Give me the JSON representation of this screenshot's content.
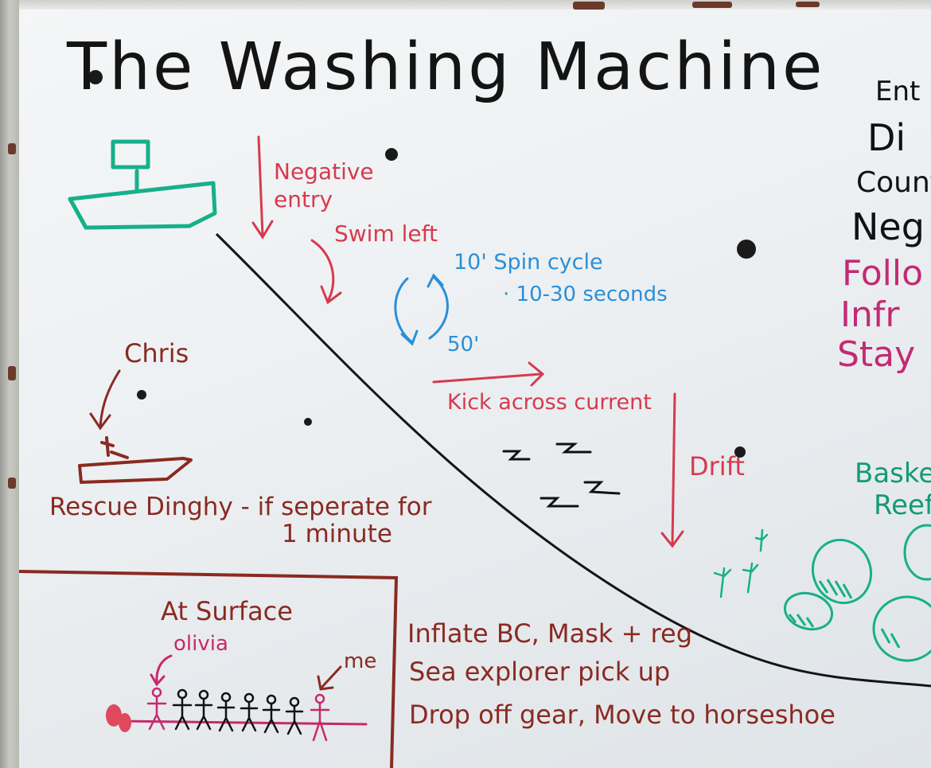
{
  "title": "The Washing Machine",
  "annotations": {
    "negative_entry": "Negative entry",
    "swim_left": "Swim left",
    "spin_cycle": "10' Spin cycle",
    "spin_seconds": "· 10-30 seconds",
    "depth_50": "50'",
    "kick_across": "Kick across current",
    "drift": "Drift",
    "chris": "Chris",
    "rescue_line1": "Rescue Dinghy - if seperate for",
    "rescue_line2": "1 minute",
    "at_surface": "At Surface",
    "olivia": "olivia",
    "me": "me",
    "surface_steps": [
      "Inflate BC, Mask + reg",
      "Sea explorer pick up",
      "Drop off gear, Move to horseshoe"
    ],
    "right_list_black": [
      "Ent",
      "Di",
      "Count",
      "Neg"
    ],
    "right_list_pink": [
      "Follo",
      "Infr",
      "Stay"
    ],
    "basket_reef": [
      "Baske",
      "Reef"
    ]
  },
  "colors": {
    "marker_black": "#111111",
    "marker_red": "#d63a4e",
    "marker_blue": "#2a8fd8",
    "marker_brown": "#8a2a22",
    "marker_green": "#139a78",
    "marker_pink": "#c9286c"
  }
}
